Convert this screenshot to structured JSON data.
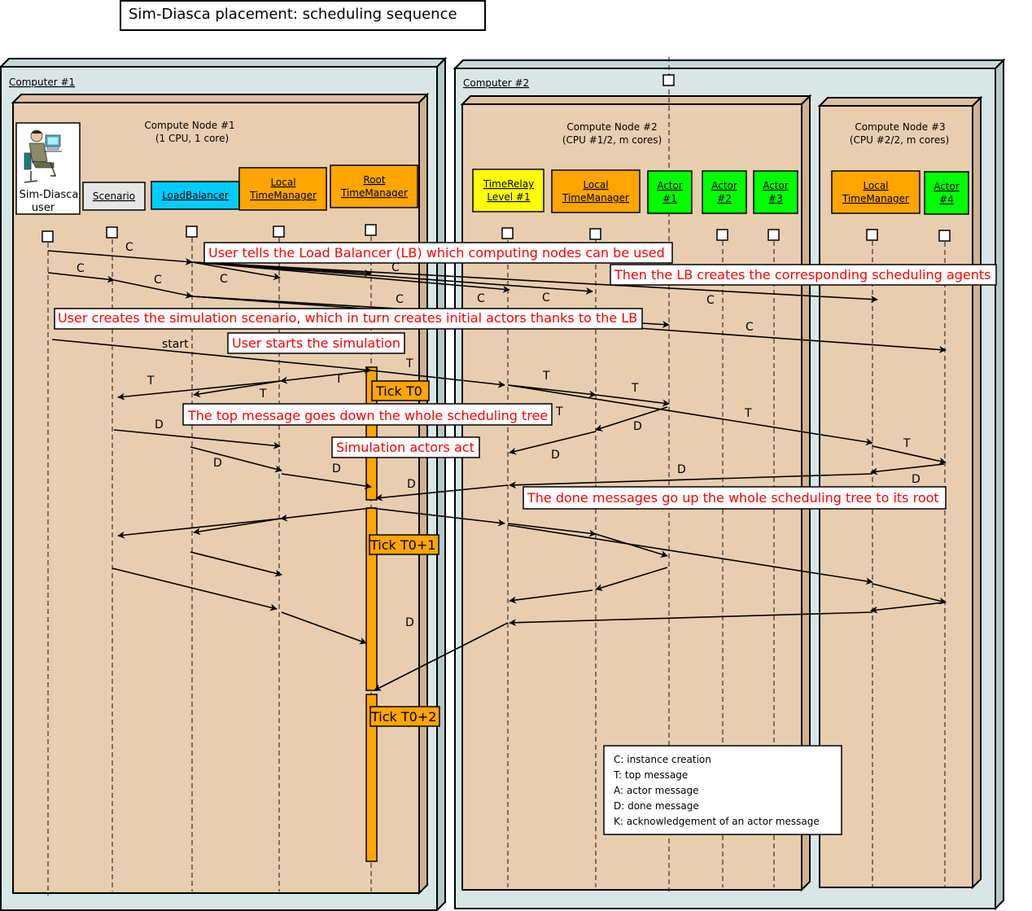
{
  "title": "Sim-Diasca placement: scheduling sequence",
  "computers": [
    {
      "label": "Computer #1"
    },
    {
      "label": "Computer #2"
    }
  ],
  "nodes": [
    {
      "label_line1": "Compute Node #1",
      "label_line2": "(1 CPU, 1 core)"
    },
    {
      "label_line1": "Compute Node #2",
      "label_line2": "(CPU #1/2, m cores)"
    },
    {
      "label_line1": "Compute Node #3",
      "label_line2": "(CPU #2/2, m cores)"
    }
  ],
  "actors": {
    "user": {
      "line1": "Sim-Diasca",
      "line2": "user"
    },
    "scenario": {
      "label": "Scenario",
      "color": "#e6e6e6"
    },
    "loadbalancer": {
      "label": "LoadBalancer",
      "color": "#00ccff"
    },
    "local_tm1": {
      "line1": "Local",
      "line2": "TimeManager",
      "color": "#ffa500"
    },
    "root_tm": {
      "line1": "Root",
      "line2": "TimeManager",
      "color": "#ffa500"
    },
    "timerelay": {
      "line1": "TimeRelay",
      "line2": "Level #1",
      "color": "#ffff00"
    },
    "local_tm2": {
      "line1": "Local",
      "line2": "TimeManager",
      "color": "#ffa500"
    },
    "actor1": {
      "line1": "Actor",
      "line2": "#1",
      "color": "#00ff00"
    },
    "actor2": {
      "line1": "Actor",
      "line2": "#2",
      "color": "#00ff00"
    },
    "actor3": {
      "line1": "Actor",
      "line2": "#3",
      "color": "#00ff00"
    },
    "local_tm3": {
      "line1": "Local",
      "line2": "TimeManager",
      "color": "#ffa500"
    },
    "actor4": {
      "line1": "Actor",
      "line2": "#4",
      "color": "#00ff00"
    }
  },
  "annotations": {
    "lb_nodes": "User tells the Load Balancer (LB) which computing nodes can be used",
    "lb_creates": "Then the LB creates the corresponding scheduling agents",
    "scenario": "User creates the simulation scenario, which in turn creates initial actors thanks to the LB",
    "start_sim": "User starts the simulation",
    "top_msg": "The top message goes down the whole scheduling tree",
    "actors_act": "Simulation actors act",
    "done_msg": "The done messages go up the whole scheduling tree to its root"
  },
  "ticks": {
    "t0": "Tick T0",
    "t1": "Tick T0+1",
    "t2": "Tick T0+2"
  },
  "message_letters": {
    "c": "C",
    "t": "T",
    "d": "D",
    "start": "start"
  },
  "legend": [
    "C: instance creation",
    "T: top message",
    "A: actor message",
    "D: done message",
    "K: acknowledgement of an actor message"
  ],
  "colors": {
    "computer": "#d8e6e6",
    "node": "#e9cdb0",
    "activation": "#ffa500",
    "annotation": "#ff0000"
  }
}
